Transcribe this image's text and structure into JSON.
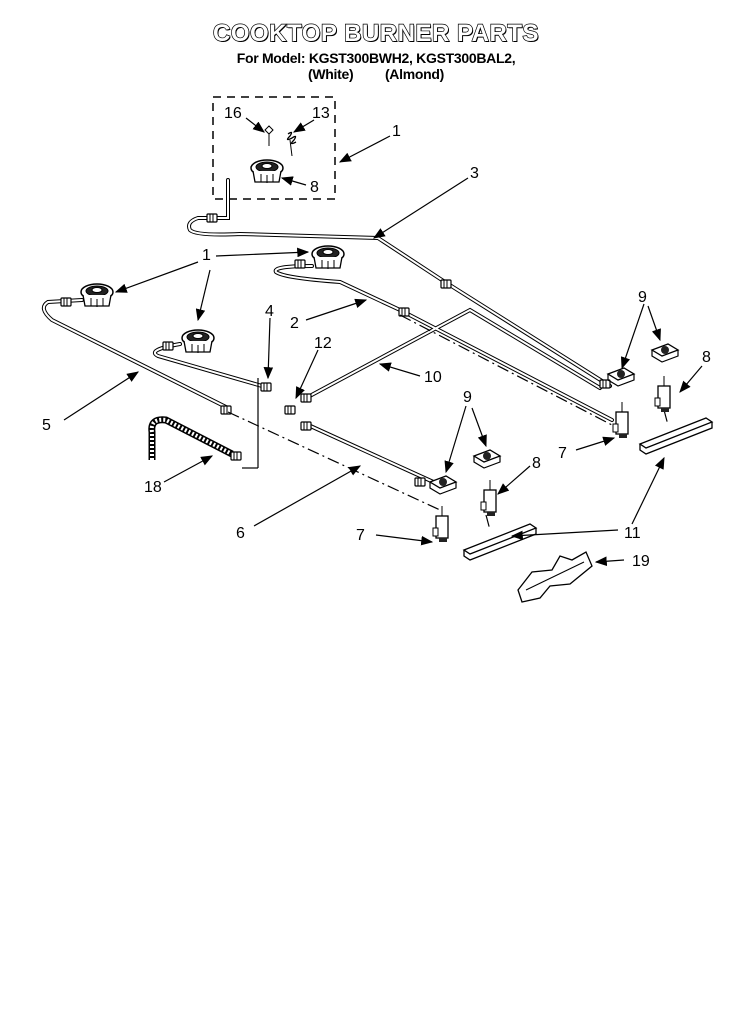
{
  "header": {
    "title": "COOKTOP BURNER PARTS",
    "model_line": "For Model: KGST300BWH2, KGST300BAL2,",
    "color_white": "(White)",
    "color_almond": "(Almond)"
  },
  "callouts": {
    "c16": "16",
    "c13": "13",
    "c1_top": "1",
    "c8_top": "8",
    "c3": "3",
    "c1_mid": "1",
    "c9_right": "9",
    "c4": "4",
    "c2": "2",
    "c12": "12",
    "c8_right": "8",
    "c10": "10",
    "c5": "5",
    "c9_mid": "9",
    "c7_right": "7",
    "c8_mid": "8",
    "c18": "18",
    "c6": "6",
    "c7_mid": "7",
    "c11": "11",
    "c19": "19"
  },
  "colors": {
    "line": "#000000",
    "part_fill": "#ffffff",
    "dark": "#1a1a1a"
  }
}
